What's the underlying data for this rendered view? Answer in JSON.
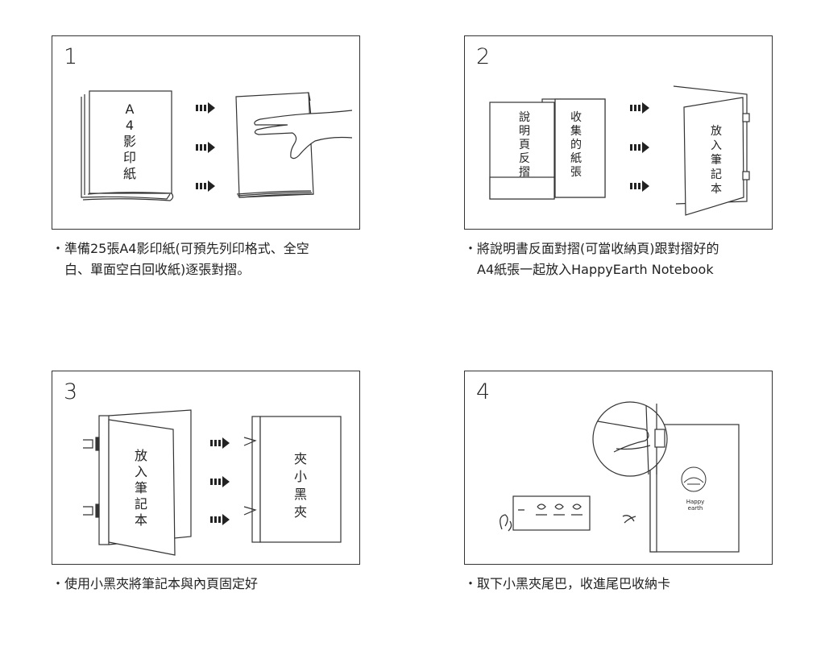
{
  "steps": [
    {
      "number": "1",
      "caption_line1": "準備25張A4影印紙(可預先列印格式、全空",
      "caption_line2": "白、單面空白回收紙)逐張對摺。",
      "labels": {
        "book": [
          "A",
          "4",
          "影",
          "印",
          "紙"
        ]
      }
    },
    {
      "number": "2",
      "caption_line1": "將說明書反面對摺(可當收納頁)跟對摺好的",
      "caption_line2": "A4紙張一起放入HappyEarth Notebook",
      "labels": {
        "folded": [
          "說",
          "明",
          "頁",
          "反",
          "摺"
        ],
        "collected": [
          "收",
          "集",
          "的",
          "紙",
          "張"
        ],
        "insert": [
          "放",
          "入",
          "筆",
          "記",
          "本"
        ]
      }
    },
    {
      "number": "3",
      "caption_line1": "使用小黑夾將筆記本與內頁固定好",
      "caption_line2": "",
      "labels": {
        "insert": [
          "放",
          "入",
          "筆",
          "記",
          "本"
        ],
        "clip": [
          "夾",
          "小",
          "黑",
          "夾"
        ]
      }
    },
    {
      "number": "4",
      "caption_line1": "取下小黑夾尾巴，收進尾巴收納卡",
      "caption_line2": "",
      "labels": {
        "logo_line1": "Happy",
        "logo_line2": "earth"
      }
    }
  ],
  "bullet": "・"
}
